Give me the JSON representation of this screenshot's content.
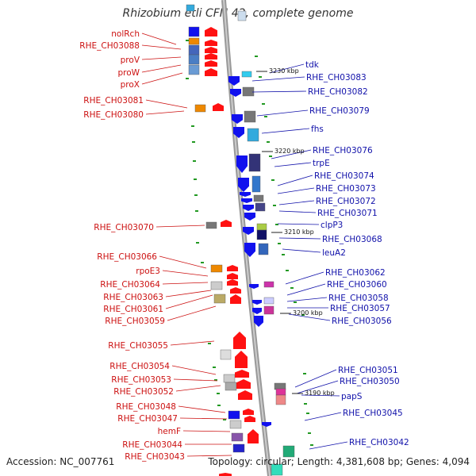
{
  "title": "Rhizobium etli CFN 42, complete genome",
  "accession": "Accession: NC_007761",
  "stats": "Topology: circular; Length: 4,381,608 bp; Genes: 4,094",
  "scale_labels": [
    "3230 kbp",
    "3220 kbp",
    "3210 kbp",
    "3200 kbp",
    "3190 kbp"
  ],
  "left_labels": [
    "nolRch",
    "RHE_CH03088",
    "proV",
    "proW",
    "proX",
    "RHE_CH03081",
    "RHE_CH03080",
    "RHE_CH03070",
    "RHE_CH03066",
    "rpoE3",
    "RHE_CH03064",
    "RHE_CH03063",
    "RHE_CH03061",
    "RHE_CH03059",
    "RHE_CH03055",
    "RHE_CH03054",
    "RHE_CH03053",
    "RHE_CH03052",
    "RHE_CH03048",
    "RHE_CH03047",
    "hemF",
    "RHE_CH03044",
    "RHE_CH03043"
  ],
  "right_labels": [
    "tdk",
    "RHE_CH03083",
    "RHE_CH03082",
    "RHE_CH03079",
    "fhs",
    "RHE_CH03076",
    "trpE",
    "RHE_CH03074",
    "RHE_CH03073",
    "RHE_CH03072",
    "RHE_CH03071",
    "clpP3",
    "RHE_CH03068",
    "leuA2",
    "RHE_CH03062",
    "RHE_CH03060",
    "RHE_CH03058",
    "RHE_CH03057",
    "RHE_CH03056",
    "RHE_CH03051",
    "RHE_CH03050",
    "papS",
    "RHE_CH03045",
    "RHE_CH03042"
  ],
  "colors": {
    "strand_plus": "#ff1111",
    "strand_minus": "#1111ee",
    "label_left": "#cc1111",
    "label_right": "#1111aa",
    "backbone": "#999999"
  }
}
